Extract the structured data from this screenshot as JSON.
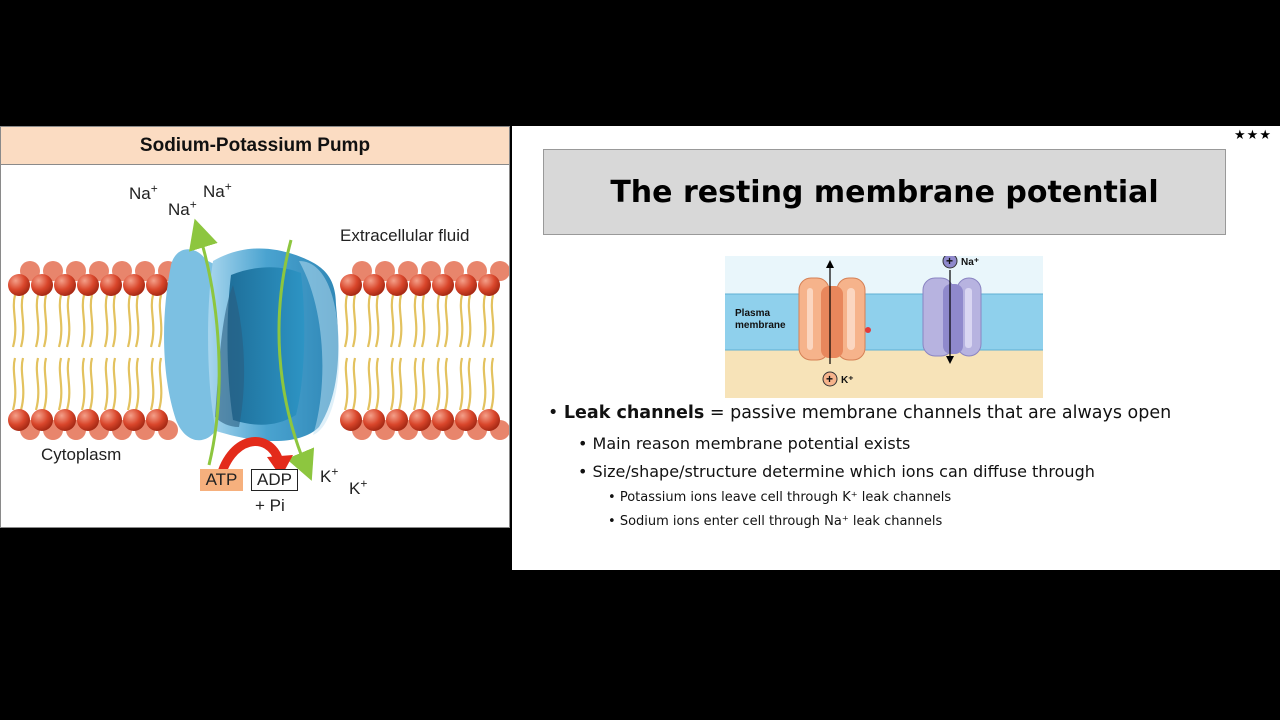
{
  "left_panel": {
    "title": "Sodium-Potassium Pump",
    "extracellular_label": "Extracellular fluid",
    "cytoplasm_label": "Cytoplasm",
    "na_ion": "Na",
    "k_ion": "K",
    "plus": "+",
    "atp": "ATP",
    "adp": "ADP",
    "pi": "+ Pi"
  },
  "slide": {
    "stars": "★★★",
    "title": "The resting membrane potential",
    "figure": {
      "plasma_line1": "Plasma",
      "plasma_line2": "membrane",
      "k_label": "K⁺",
      "na_label": "Na⁺",
      "plus_glyph": "+"
    },
    "bullets": {
      "l1_bold": "Leak channels",
      "l1_rest": " = passive membrane channels that are always open",
      "l2a": "Main reason membrane potential exists",
      "l2b": "Size/shape/structure determine which ions can diffuse through",
      "l3a": "Potassium ions leave cell through K⁺ leak channels",
      "l3b": "Sodium ions enter cell through Na⁺ leak channels"
    }
  },
  "colors": {
    "title_bg": "#fbdcc2",
    "phospholipid_head": "#d9462b",
    "lipid_tail": "#e3c25f",
    "pump_blue": "#4aa3d0",
    "arrow_green": "#8dc63f",
    "atp_orange": "#f6b07d",
    "membrane_band": "#8fd0ec",
    "cytosol_tan": "#f7e3b8",
    "k_channel": "#f6b38b",
    "na_channel": "#b7b3e0"
  }
}
